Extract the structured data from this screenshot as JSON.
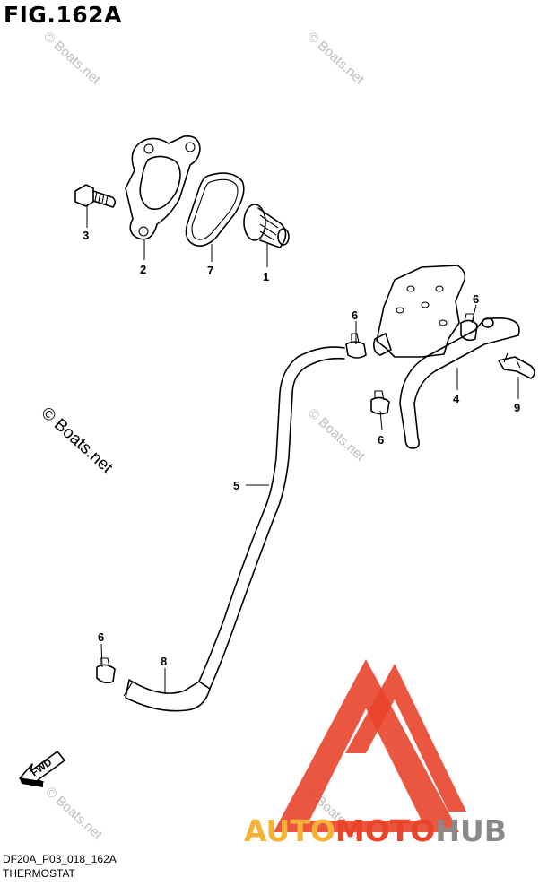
{
  "figure": {
    "title": "FIG.162A",
    "code": "DF20A_P03_018_162A",
    "caption": "THERMOSTAT"
  },
  "callouts": [
    {
      "id": "callout-1",
      "number": "1"
    },
    {
      "id": "callout-2",
      "number": "2"
    },
    {
      "id": "callout-3",
      "number": "3"
    },
    {
      "id": "callout-7",
      "number": "7"
    },
    {
      "id": "callout-6a",
      "number": "6"
    },
    {
      "id": "callout-6b",
      "number": "6"
    },
    {
      "id": "callout-6c",
      "number": "6"
    },
    {
      "id": "callout-6d",
      "number": "6"
    },
    {
      "id": "callout-4",
      "number": "4"
    },
    {
      "id": "callout-9",
      "number": "9"
    },
    {
      "id": "callout-5",
      "number": "5"
    },
    {
      "id": "callout-8",
      "number": "8"
    }
  ],
  "watermarks": {
    "small": "© Boats.net",
    "large": "© Boats.net"
  },
  "fwd_label": "FWD",
  "brand": {
    "part1": "AUTO",
    "part2": "MOTO",
    "part3": "HUB",
    "color_orange": "#f5b335",
    "color_red": "#e8442a",
    "color_gray": "#8a8a8a",
    "triangle_color": "#e8442a"
  }
}
